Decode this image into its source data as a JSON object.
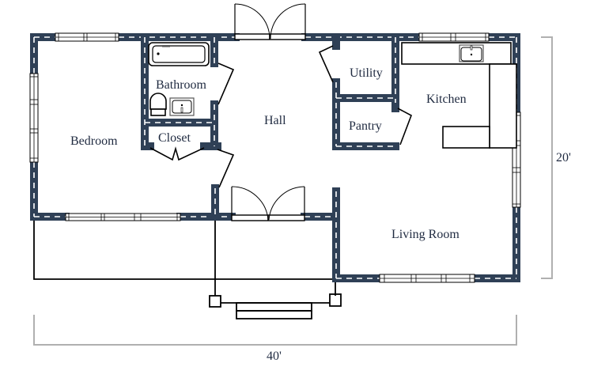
{
  "diagram": {
    "type": "floor-plan",
    "wall_color": "#2f4056",
    "label_color": "#1f2a40",
    "dimension_color": "#b0b0b0"
  },
  "rooms": {
    "bedroom": "Bedroom",
    "bathroom": "Bathroom",
    "closet": "Closet",
    "hall": "Hall",
    "utility": "Utility",
    "pantry": "Pantry",
    "kitchen": "Kitchen",
    "living_room": "Living Room"
  },
  "dimensions": {
    "width": "40'",
    "depth": "20'"
  }
}
